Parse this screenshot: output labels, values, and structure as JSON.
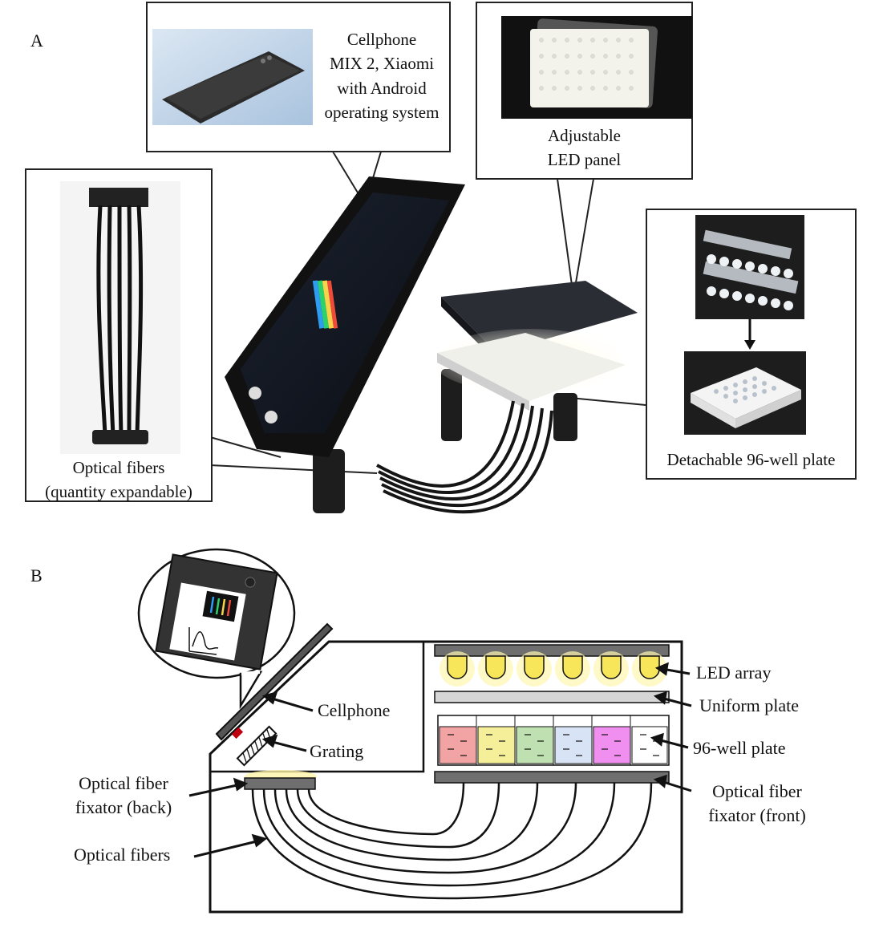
{
  "panel_a": {
    "label": "A",
    "cellphone_caption": [
      "Cellphone",
      "MIX 2, Xiaomi",
      "with Android",
      "operating system"
    ],
    "led_caption": [
      "Adjustable",
      "LED panel"
    ],
    "fibers_caption": [
      "Optical fibers",
      "(quantity expandable)"
    ],
    "plate_caption": "Detachable 96-well plate"
  },
  "panel_b": {
    "label": "B",
    "labels": {
      "cellphone": "Cellphone",
      "grating": "Grating",
      "fixator_back": [
        "Optical fiber",
        "fixator (back)"
      ],
      "optical_fibers": "Optical fibers",
      "led_array": "LED array",
      "uniform_plate": "Uniform plate",
      "well_plate": "96-well plate",
      "fixator_front": [
        "Optical fiber",
        "fixator (front)"
      ]
    },
    "well_colors": [
      "#f2a3a3",
      "#f5ef9a",
      "#bfe0b0",
      "#d8e4f5",
      "#f08ff0",
      "#ffffff"
    ]
  }
}
